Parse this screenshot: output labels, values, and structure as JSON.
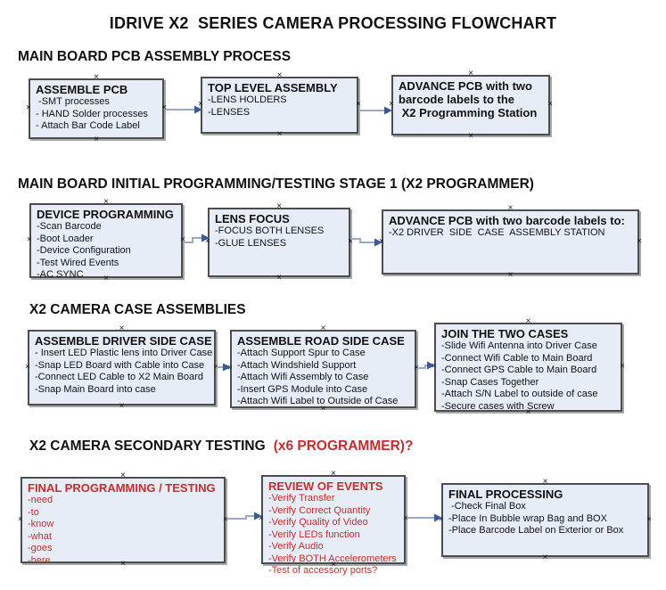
{
  "title": "IDRIVE X2  SERIES CAMERA PROCESSING FLOWCHART",
  "colors": {
    "box_fill": "#e7edf7",
    "box_border": "#4d4d4d",
    "arrow_line": "#97aac8",
    "arrow_head": "#3a5a99",
    "red": "#cc2b2b"
  },
  "sections": [
    {
      "header": "MAIN BOARD PCB ASSEMBLY PROCESS",
      "boxes": [
        {
          "title": "ASSEMBLE PCB",
          "lines": [
            " -SMT processes",
            "- HAND Solder processes",
            "- Attach Bar Code Label"
          ]
        },
        {
          "title": "TOP LEVEL ASSEMBLY",
          "lines": [
            "-LENS HOLDERS",
            "-LENSES"
          ]
        },
        {
          "title": "ADVANCE PCB with two\nbarcode labels to the\n X2 Programming Station",
          "lines": []
        }
      ]
    },
    {
      "header": "MAIN BOARD INITIAL PROGRAMMING/TESTING STAGE 1 (X2 PROGRAMMER)",
      "boxes": [
        {
          "title": "DEVICE PROGRAMMING",
          "lines": [
            "-Scan Barcode",
            "-Boot Loader",
            "-Device Configuration",
            "-Test Wired Events",
            "-AC SYNC"
          ]
        },
        {
          "title": "LENS FOCUS",
          "lines": [
            "-FOCUS BOTH LENSES",
            "-GLUE LENSES"
          ]
        },
        {
          "title": "ADVANCE PCB with two barcode labels to:",
          "lines": [
            "-X2 DRIVER  SIDE  CASE  ASSEMBLY STATION"
          ]
        }
      ]
    },
    {
      "header": "X2 CAMERA CASE ASSEMBLIES",
      "boxes": [
        {
          "title": "ASSEMBLE DRIVER SIDE CASE",
          "lines": [
            "- Insert LED Plastic lens into Driver Case",
            "-Snap LED Board with Cable into Case",
            "-Connect LED Cable to X2 Main Board",
            "-Snap Main Board into case"
          ]
        },
        {
          "title": "ASSEMBLE ROAD SIDE CASE",
          "lines": [
            "-Attach Support Spur to Case",
            "-Attach Windshield Support",
            "-Attach Wifi Assembly to Case",
            "-Insert GPS Module into Case",
            "-Attach Wifi Label to Outside of Case"
          ]
        },
        {
          "title": "JOIN THE TWO CASES",
          "lines": [
            "-Slide Wifi Antenna into Driver Case",
            "-Connect Wifi Cable to Main Board",
            "-Connect GPS Cable to Main Board",
            "-Snap Cases Together",
            "-Attach S/N Label to outside of case",
            "-Secure cases with Screw"
          ]
        }
      ]
    },
    {
      "header": "X2 CAMERA SECONDARY TESTING",
      "header_suffix": "(x6 PROGRAMMER)?",
      "boxes": [
        {
          "title": "FINAL PROGRAMMING / TESTING",
          "lines": [
            "-need",
            "-to",
            "-know",
            "-what",
            "-goes",
            "-here"
          ]
        },
        {
          "title": "REVIEW OF EVENTS",
          "lines": [
            "-Verify Transfer",
            "-Verify Correct Quantity",
            "-Verify Quality of Video",
            "-Verify LEDs function",
            "-Verify Audio",
            "-Verify BOTH Accelerometers",
            "-Test of accessory ports?"
          ]
        },
        {
          "title": "FINAL PROCESSING",
          "lines": [
            " -Check Final Box",
            "-Place In Bubble wrap Bag and BOX",
            "-Place Barcode Label on Exterior or Box"
          ]
        }
      ]
    }
  ]
}
